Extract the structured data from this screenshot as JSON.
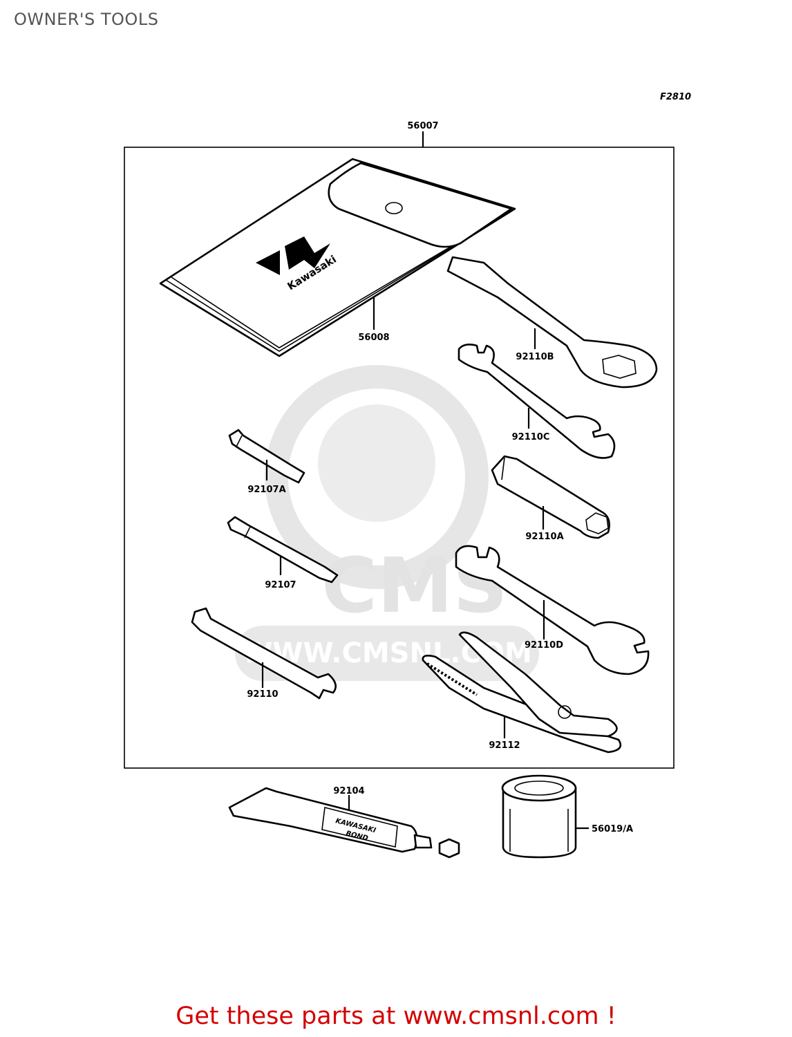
{
  "page": {
    "title": "OWNER'S TOOLS",
    "promo_text": "Get these parts at www.cmsnl.com !"
  },
  "diagram": {
    "figure_code": "F2810",
    "brand_logo_text": "Kawasaki",
    "tube_label_line1": "KAWASAKI",
    "tube_label_line2": "BOND",
    "watermark_text": "CMS",
    "watermark_url": "WWW.CMSNL.COM",
    "callouts": [
      {
        "id": "56007",
        "label": "56007"
      },
      {
        "id": "56008",
        "label": "56008"
      },
      {
        "id": "92110B",
        "label": "92110B"
      },
      {
        "id": "92110C",
        "label": "92110C"
      },
      {
        "id": "92107A",
        "label": "92107A"
      },
      {
        "id": "92110A",
        "label": "92110A"
      },
      {
        "id": "92107",
        "label": "92107"
      },
      {
        "id": "92110D",
        "label": "92110D"
      },
      {
        "id": "92110",
        "label": "92110"
      },
      {
        "id": "92112",
        "label": "92112"
      },
      {
        "id": "92104",
        "label": "92104"
      },
      {
        "id": "56019A",
        "label": "56019/A"
      }
    ]
  },
  "colors": {
    "title": "#555555",
    "promo": "#d40000",
    "line_art": "#000000",
    "watermark": "#e3e3e3"
  }
}
